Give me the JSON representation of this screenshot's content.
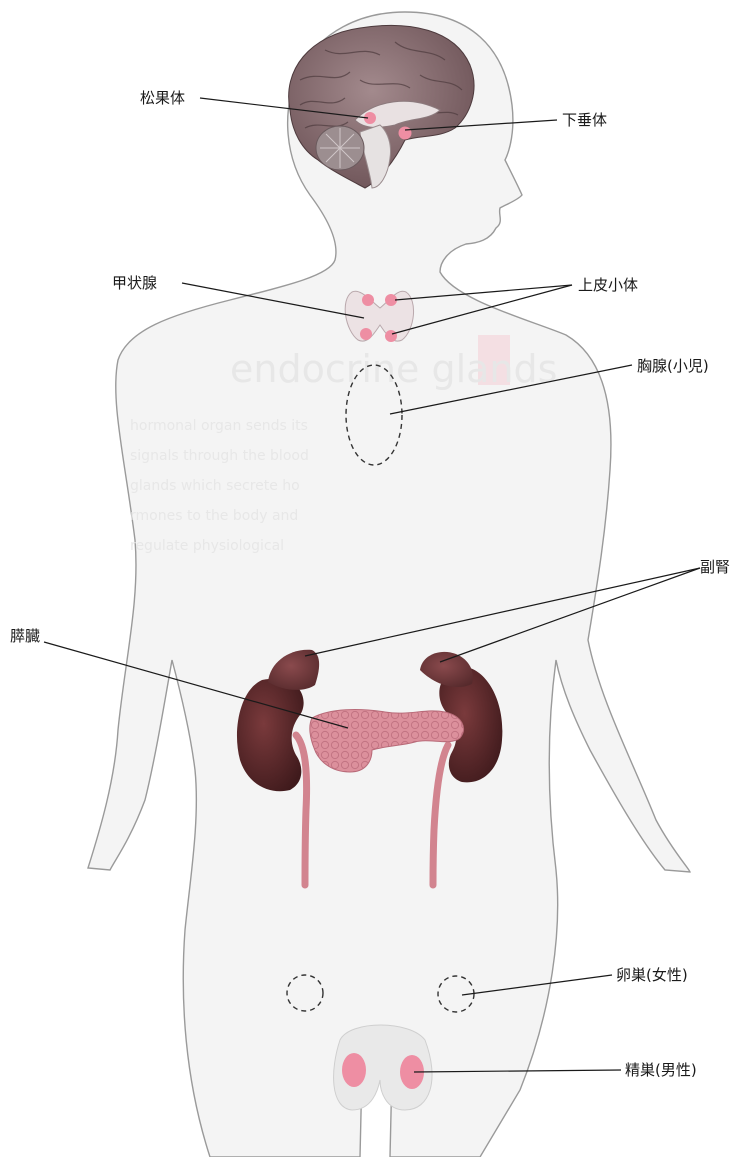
{
  "labels": {
    "pineal": "松果体",
    "pituitary": "下垂体",
    "thyroid": "甲状腺",
    "parathyroid": "上皮小体",
    "thymus": "胸腺(小児)",
    "adrenal": "副腎",
    "pancreas": "膵臓",
    "ovary": "卵巣(女性)",
    "testis": "精巣(男性)"
  },
  "background_text": {
    "heading": "endocrine glands",
    "lines": [
      "hormonal organ sends its",
      "signals through the blood",
      "glands which secrete ho",
      "rmones to the body and",
      "regulate physiological"
    ]
  },
  "colors": {
    "body_fill": "#f4f4f4",
    "body_outline": "#9a9a9a",
    "brain": "#7b5f63",
    "kidney": "#5e2a2c",
    "pancreas": "#d98b98",
    "gland_pink": "#ee8ea3",
    "ureter": "#d2848f",
    "leader": "#1a1a1a"
  }
}
